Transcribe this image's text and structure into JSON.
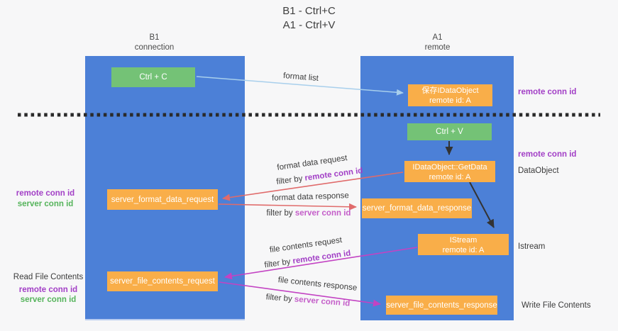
{
  "title": {
    "line1": "B1 - Ctrl+C",
    "line2": "A1 - Ctrl+V"
  },
  "lanes": {
    "left": {
      "title": "B1",
      "subtitle": "connection"
    },
    "right": {
      "title": "A1",
      "subtitle": "remote"
    }
  },
  "nodes": {
    "ctrl_c": {
      "label": "Ctrl + C"
    },
    "ctrl_v": {
      "label": "Ctrl + V"
    },
    "save_dataobject": {
      "line1": "保存IDataObject",
      "line2": "remote id: A"
    },
    "getdata": {
      "line1": "IDataObject::GetData",
      "line2": "remote id: A"
    },
    "istream": {
      "line1": "IStream",
      "line2": "remote id: A"
    },
    "format_request": {
      "label": "server_format_data_request"
    },
    "format_response": {
      "label": "server_format_data_response"
    },
    "file_request": {
      "label": "server_file_contents_request"
    },
    "file_response": {
      "label": "server_file_contents_response"
    }
  },
  "edges": {
    "format_list": {
      "label": "format list"
    },
    "format_data_request": {
      "label": "format data request",
      "filter_prefix": "filter by ",
      "filter_key": "remote conn id"
    },
    "format_data_response": {
      "label": "format data response",
      "filter_prefix": "filter by ",
      "filter_key": "server conn id"
    },
    "file_contents_request": {
      "label": "file contents request",
      "filter_prefix": "filter by ",
      "filter_key": "remote conn id"
    },
    "file_contents_response": {
      "label": "file contents response",
      "filter_prefix": "filter by ",
      "filter_key": "server conn id"
    }
  },
  "annotations": {
    "right_remote_1": "remote conn id",
    "right_remote_2": "remote conn id",
    "dataobject": "DataObject",
    "istream": "Istream",
    "write_file": "Write File Contents",
    "left_remote_1": "remote conn id",
    "left_server_1": "server conn id",
    "read_file": "Read File Contents",
    "left_remote_2": "remote conn id",
    "left_server_2": "server conn id"
  },
  "colors": {
    "background": "#f7f7f8",
    "lane_blue": "#4c80d7",
    "node_green": "#74c276",
    "node_orange": "#f9ae49",
    "purple_text": "#a23fc6",
    "orchid_text": "#c45ec9",
    "green_text": "#56b45c",
    "arrow_salmon": "#e06b6b",
    "arrow_magenta": "#c343c3",
    "arrow_lightblue": "#a8cfec",
    "arrow_black": "#333333"
  }
}
